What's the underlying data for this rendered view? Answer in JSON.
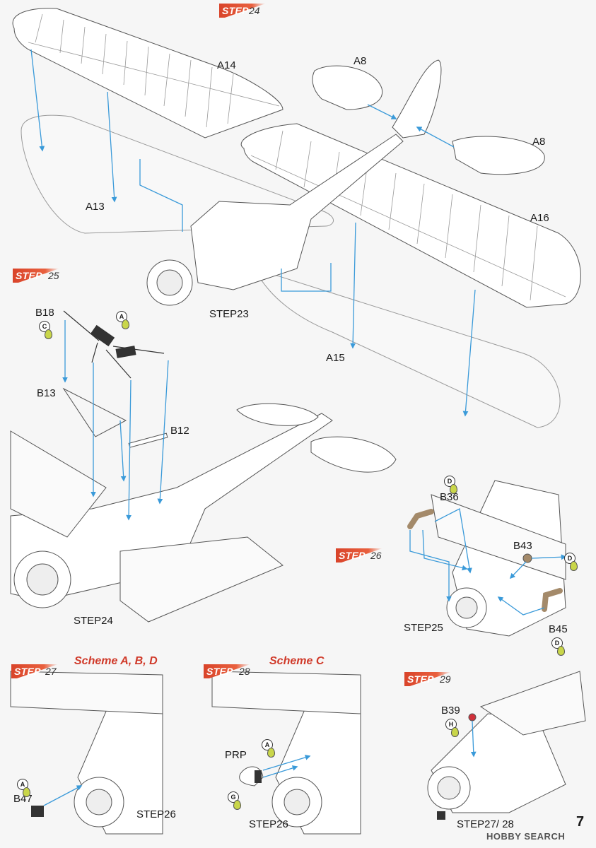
{
  "steps": {
    "s24": {
      "prefix": "STEP",
      "num": "24"
    },
    "s25": {
      "prefix": "STEP",
      "num": "25"
    },
    "s26": {
      "prefix": "STEP",
      "num": "26"
    },
    "s27": {
      "prefix": "STEP",
      "num": "27"
    },
    "s28": {
      "prefix": "STEP",
      "num": "28"
    },
    "s29": {
      "prefix": "STEP",
      "num": "29"
    }
  },
  "schemes": {
    "s27": "Scheme A, B, D",
    "s28": "Scheme C"
  },
  "parts": {
    "A14": "A14",
    "A8_top": "A8",
    "A8_right": "A8",
    "A13": "A13",
    "A16": "A16",
    "A15": "A15",
    "step23": "STEP23",
    "B18": "B18",
    "B13": "B13",
    "B12": "B12",
    "step24": "STEP24",
    "B36": "B36",
    "B43": "B43",
    "B45": "B45",
    "step25": "STEP25",
    "B47": "B47",
    "step26_a": "STEP26",
    "PRP": "PRP",
    "step26_b": "STEP26",
    "B39": "B39",
    "step27_28": "STEP27/ 28"
  },
  "paints": {
    "b18_c": "C",
    "b18_a": "A",
    "b36_d": "D",
    "b43_d": "D",
    "b45_d": "D",
    "b47_a": "A",
    "prp_a": "A",
    "prp_g": "G",
    "b39_h": "H"
  },
  "page_number": "7",
  "watermark": "HOBBY SEARCH",
  "colors": {
    "accent": "#d9442a",
    "arrow": "#3a9ad9",
    "part_tan": "#a48a6a",
    "part_red": "#d0303a",
    "part_dark": "#333333"
  }
}
